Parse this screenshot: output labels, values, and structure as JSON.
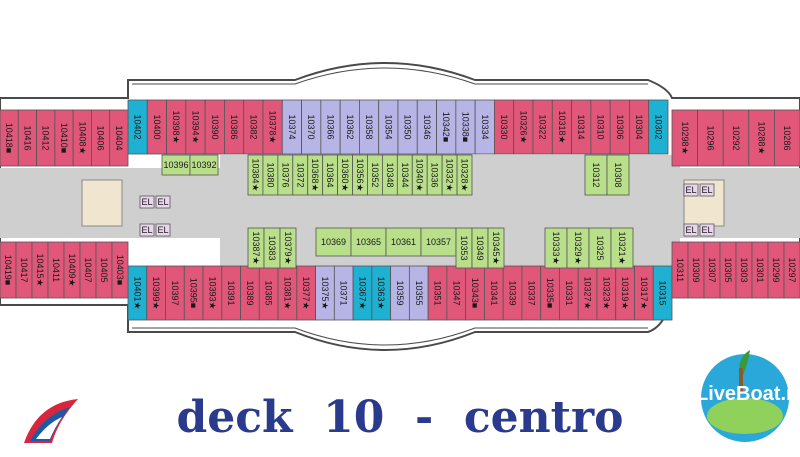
{
  "caption": "deck  10  -  centro",
  "brand": "LiveBoat.it",
  "colors": {
    "pink": "#e0577a",
    "lilac": "#b7b5e6",
    "teal": "#1fb1d2",
    "green": "#b9df8a",
    "hall": "#cfcfcf",
    "hull": "#4a4a4a"
  },
  "top_row": [
    {
      "label": "10402",
      "fill": "teal"
    },
    {
      "label": "10400",
      "fill": "pink"
    },
    {
      "label": "10398★",
      "fill": "pink"
    },
    {
      "label": "10394★",
      "fill": "pink"
    },
    {
      "label": "10390",
      "fill": "pink"
    },
    {
      "label": "10386",
      "fill": "pink"
    },
    {
      "label": "10382",
      "fill": "pink"
    },
    {
      "label": "10378★",
      "fill": "pink"
    },
    {
      "label": "10374",
      "fill": "lilac"
    },
    {
      "label": "10370",
      "fill": "lilac"
    },
    {
      "label": "10366",
      "fill": "lilac"
    },
    {
      "label": "10362",
      "fill": "lilac"
    },
    {
      "label": "10358",
      "fill": "lilac"
    },
    {
      "label": "10354",
      "fill": "lilac"
    },
    {
      "label": "10350",
      "fill": "lilac"
    },
    {
      "label": "10346",
      "fill": "lilac"
    },
    {
      "label": "10342■",
      "fill": "lilac"
    },
    {
      "label": "10338■",
      "fill": "lilac"
    },
    {
      "label": "10334",
      "fill": "lilac"
    },
    {
      "label": "10330",
      "fill": "pink"
    },
    {
      "label": "10326★",
      "fill": "pink"
    },
    {
      "label": "10322",
      "fill": "pink"
    },
    {
      "label": "10318★",
      "fill": "pink"
    },
    {
      "label": "10314",
      "fill": "pink"
    },
    {
      "label": "10310",
      "fill": "pink"
    },
    {
      "label": "10306",
      "fill": "pink"
    },
    {
      "label": "10304",
      "fill": "pink"
    },
    {
      "label": "10302",
      "fill": "teal"
    }
  ],
  "top_inner_left": [
    {
      "label": "10418■",
      "fill": "pink"
    },
    {
      "label": "10416",
      "fill": "pink"
    },
    {
      "label": "10412",
      "fill": "pink"
    },
    {
      "label": "10410■",
      "fill": "pink"
    },
    {
      "label": "10408★",
      "fill": "pink"
    },
    {
      "label": "10406",
      "fill": "pink"
    },
    {
      "label": "10404",
      "fill": "pink"
    }
  ],
  "top_inner_right": [
    {
      "label": "10298★",
      "fill": "pink"
    },
    {
      "label": "10296",
      "fill": "pink"
    },
    {
      "label": "10292",
      "fill": "pink"
    },
    {
      "label": "10288★",
      "fill": "pink"
    },
    {
      "label": "10286",
      "fill": "pink"
    }
  ],
  "bottom_row": [
    {
      "label": "10401★",
      "fill": "teal"
    },
    {
      "label": "10399★",
      "fill": "pink"
    },
    {
      "label": "10397",
      "fill": "pink"
    },
    {
      "label": "10395■",
      "fill": "pink"
    },
    {
      "label": "10393★",
      "fill": "pink"
    },
    {
      "label": "10391",
      "fill": "pink"
    },
    {
      "label": "10389",
      "fill": "pink"
    },
    {
      "label": "10385",
      "fill": "pink"
    },
    {
      "label": "10381★",
      "fill": "pink"
    },
    {
      "label": "10377★",
      "fill": "pink"
    },
    {
      "label": "10375★",
      "fill": "lilac"
    },
    {
      "label": "10371",
      "fill": "lilac"
    },
    {
      "label": "10367★",
      "fill": "teal"
    },
    {
      "label": "10363★",
      "fill": "teal"
    },
    {
      "label": "10359",
      "fill": "lilac"
    },
    {
      "label": "10355",
      "fill": "lilac"
    },
    {
      "label": "10351",
      "fill": "pink"
    },
    {
      "label": "10347",
      "fill": "pink"
    },
    {
      "label": "10343■",
      "fill": "pink"
    },
    {
      "label": "10341",
      "fill": "pink"
    },
    {
      "label": "10339",
      "fill": "pink"
    },
    {
      "label": "10337",
      "fill": "pink"
    },
    {
      "label": "10335■",
      "fill": "pink"
    },
    {
      "label": "10331",
      "fill": "pink"
    },
    {
      "label": "10327★",
      "fill": "pink"
    },
    {
      "label": "10323★",
      "fill": "pink"
    },
    {
      "label": "10319★",
      "fill": "pink"
    },
    {
      "label": "10317★",
      "fill": "pink"
    },
    {
      "label": "10315",
      "fill": "teal"
    }
  ],
  "bottom_inner_left": [
    {
      "label": "10419■",
      "fill": "pink"
    },
    {
      "label": "10417",
      "fill": "pink"
    },
    {
      "label": "10415★",
      "fill": "pink"
    },
    {
      "label": "10411",
      "fill": "pink"
    },
    {
      "label": "10409★",
      "fill": "pink"
    },
    {
      "label": "10407",
      "fill": "pink"
    },
    {
      "label": "10405",
      "fill": "pink"
    },
    {
      "label": "10403■",
      "fill": "pink"
    }
  ],
  "bottom_inner_right": [
    {
      "label": "10311",
      "fill": "pink"
    },
    {
      "label": "10309",
      "fill": "pink"
    },
    {
      "label": "10307",
      "fill": "pink"
    },
    {
      "label": "10305",
      "fill": "pink"
    },
    {
      "label": "10303",
      "fill": "pink"
    },
    {
      "label": "10301",
      "fill": "pink"
    },
    {
      "label": "10299",
      "fill": "pink"
    },
    {
      "label": "10297",
      "fill": "pink"
    }
  ],
  "mid_top_vertical": [
    "10384★",
    "10380",
    "10376",
    "10372",
    "10368★",
    "10364",
    "10360★",
    "10356★",
    "10352",
    "10348",
    "10344",
    "10340★",
    "10336",
    "10332★",
    "10328★"
  ],
  "mid_top_right": [
    "10312",
    "10308"
  ],
  "mid_top_left_h": [
    "10396",
    "10392"
  ],
  "mid_bottom_vertical_left": [
    "10387★",
    "10383",
    "10379★"
  ],
  "mid_bottom_horizontal": [
    "10369",
    "10365",
    "10361",
    "10357"
  ],
  "mid_bottom_vertical_mid": [
    "10353",
    "10349",
    "10345★"
  ],
  "mid_bottom_vertical_right": [
    "10333★",
    "10329★",
    "10325",
    "10321★"
  ],
  "elevator_label": "EL",
  "star_marks": "★"
}
